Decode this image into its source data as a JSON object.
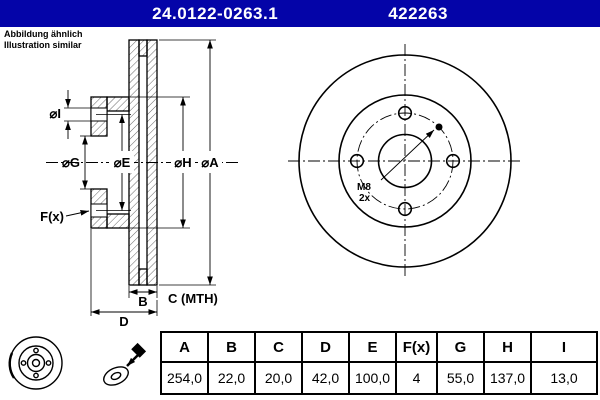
{
  "header": {
    "part_number": "24.0122-0263.1",
    "reference_number": "422263"
  },
  "note": {
    "line1": "Abbildung ähnlich",
    "line2": "Illustration similar"
  },
  "colors": {
    "header_bg": "#0404a8",
    "line": "#000000"
  },
  "drawing": {
    "section_labels": {
      "dia_i": "⌀I",
      "dia_g": "⌀G",
      "dia_e": "⌀E",
      "dia_h": "⌀H",
      "dia_a": "⌀A",
      "f": "F(x)",
      "b": "B",
      "c_mth": "C (MTH)",
      "d": "D"
    },
    "front_labels": {
      "thread": "M8",
      "thread_count": "2x"
    }
  },
  "table": {
    "headers": [
      "A",
      "B",
      "C",
      "D",
      "E",
      "F(x)",
      "G",
      "H",
      "I"
    ],
    "values": [
      "254,0",
      "22,0",
      "20,0",
      "42,0",
      "100,0",
      "4",
      "55,0",
      "137,0",
      "13,0"
    ]
  }
}
